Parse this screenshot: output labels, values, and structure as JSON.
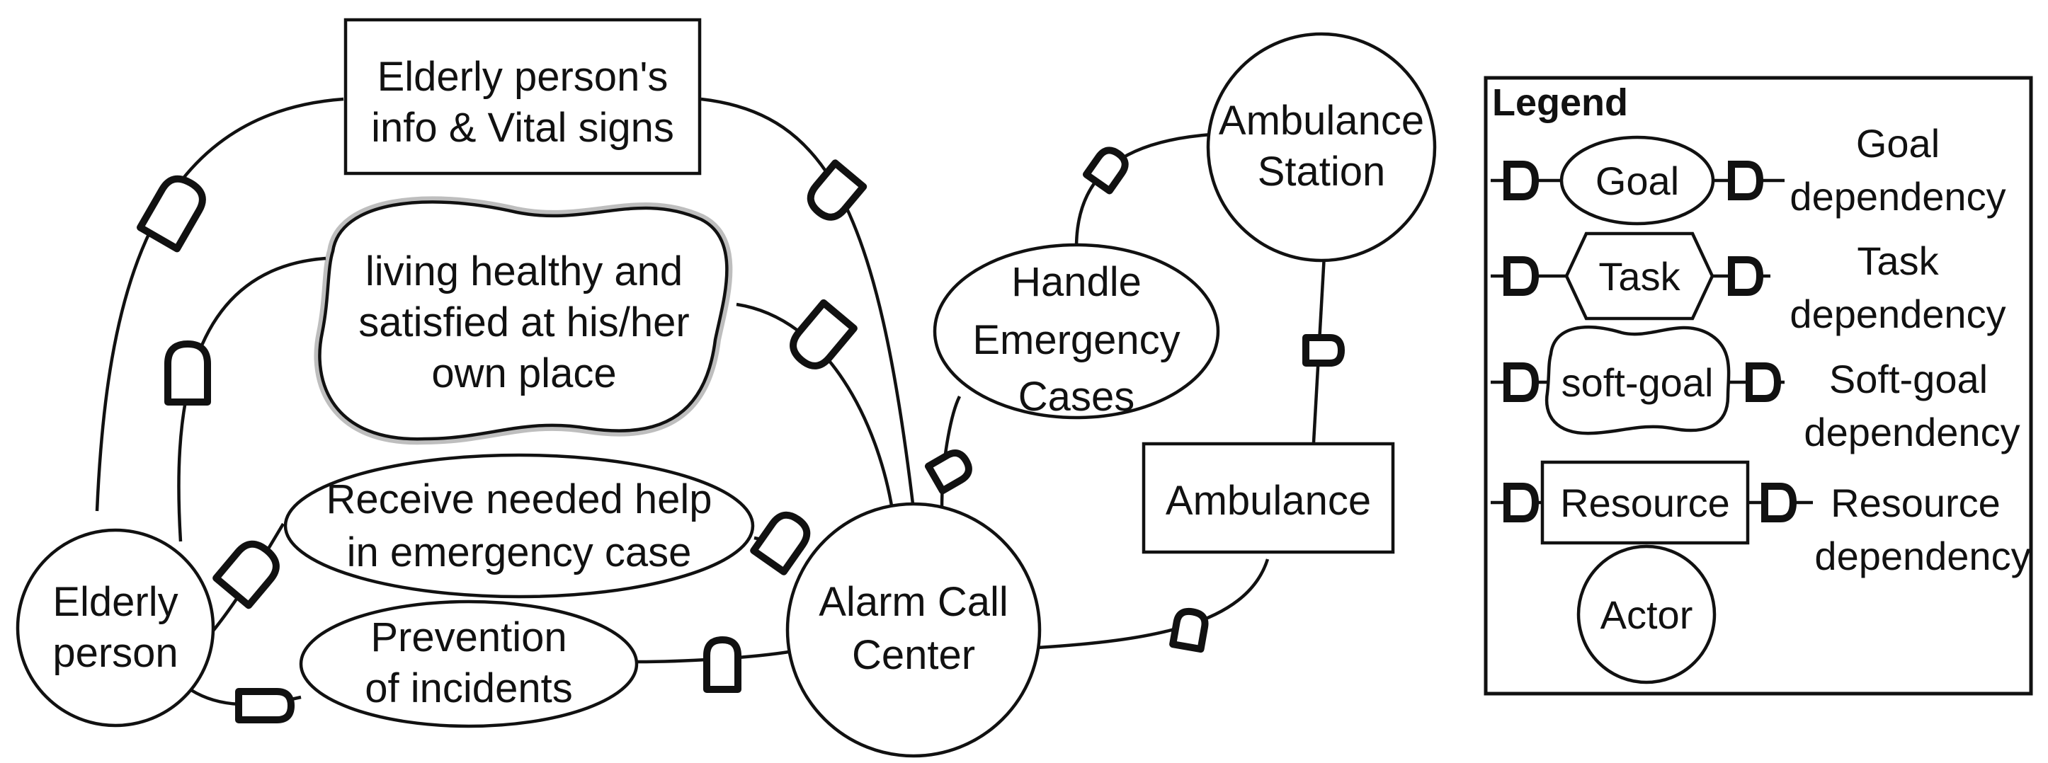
{
  "diagram": {
    "nodes": {
      "elderly_person": {
        "kind": "actor",
        "lines": [
          "Elderly",
          "person"
        ]
      },
      "alarm_call_center": {
        "kind": "actor",
        "lines": [
          "Alarm Call",
          "Center"
        ]
      },
      "ambulance_station": {
        "kind": "actor",
        "lines": [
          "Ambulance",
          "Station"
        ]
      },
      "info_vital_signs": {
        "kind": "resource",
        "lines": [
          "Elderly person's",
          "info & Vital signs"
        ]
      },
      "living_healthy": {
        "kind": "soft-goal",
        "lines": [
          "living healthy and",
          "satisfied at his/her",
          "own place"
        ]
      },
      "receive_help": {
        "kind": "goal",
        "lines": [
          "Receive needed help",
          "in emergency case"
        ]
      },
      "prevention": {
        "kind": "goal",
        "lines": [
          "Prevention",
          "of incidents"
        ]
      },
      "handle_emergency": {
        "kind": "goal",
        "lines": [
          "Handle",
          "Emergency",
          "Cases"
        ]
      },
      "ambulance": {
        "kind": "resource",
        "lines": [
          "Ambulance"
        ]
      }
    }
  },
  "legend": {
    "title": "Legend",
    "rows": [
      {
        "element": "Goal",
        "description": [
          "Goal",
          "dependency"
        ]
      },
      {
        "element": "Task",
        "description": [
          "Task",
          "dependency"
        ]
      },
      {
        "element": "soft-goal",
        "description": [
          "Soft-goal",
          "dependency"
        ]
      },
      {
        "element": "Resource",
        "description": [
          "Resource",
          "dependency"
        ]
      }
    ],
    "actor_label": "Actor"
  }
}
